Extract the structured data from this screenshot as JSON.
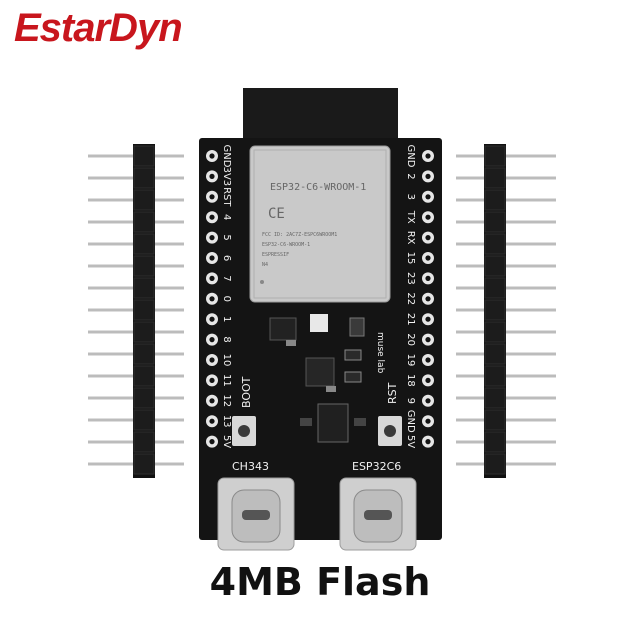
{
  "brand": "EstarDyn",
  "caption": "4MB Flash",
  "colors": {
    "brand": "#c8161d",
    "pcb": "#141414",
    "module_shield": "#c9c9c9",
    "silkscreen": "#f2f2f2",
    "pin_metal": "#bcbcbc"
  },
  "board": {
    "module_label": "ESP32-C6-WROOM-1",
    "module_lines": [
      "CE",
      "FCC ID: 2AC7Z-ESPC6WROOM1",
      "ESP32-C6-WROOM-1",
      "ESPRESSIF",
      "N4"
    ],
    "left_pin_labels": [
      "GND",
      "3V3",
      "RST",
      "4",
      "5",
      "6",
      "7",
      "0",
      "1",
      "8",
      "10",
      "11",
      "12",
      "13",
      "5V"
    ],
    "right_pin_labels": [
      "GND",
      "2",
      "3",
      "TX",
      "RX",
      "15",
      "23",
      "22",
      "21",
      "20",
      "19",
      "18",
      "9",
      "GND",
      "5V"
    ],
    "button_labels": {
      "boot": "BOOT",
      "rst": "RST"
    },
    "port_labels": {
      "left": "CH343",
      "right": "ESP32C6"
    },
    "maker_mark": "muse lab"
  }
}
